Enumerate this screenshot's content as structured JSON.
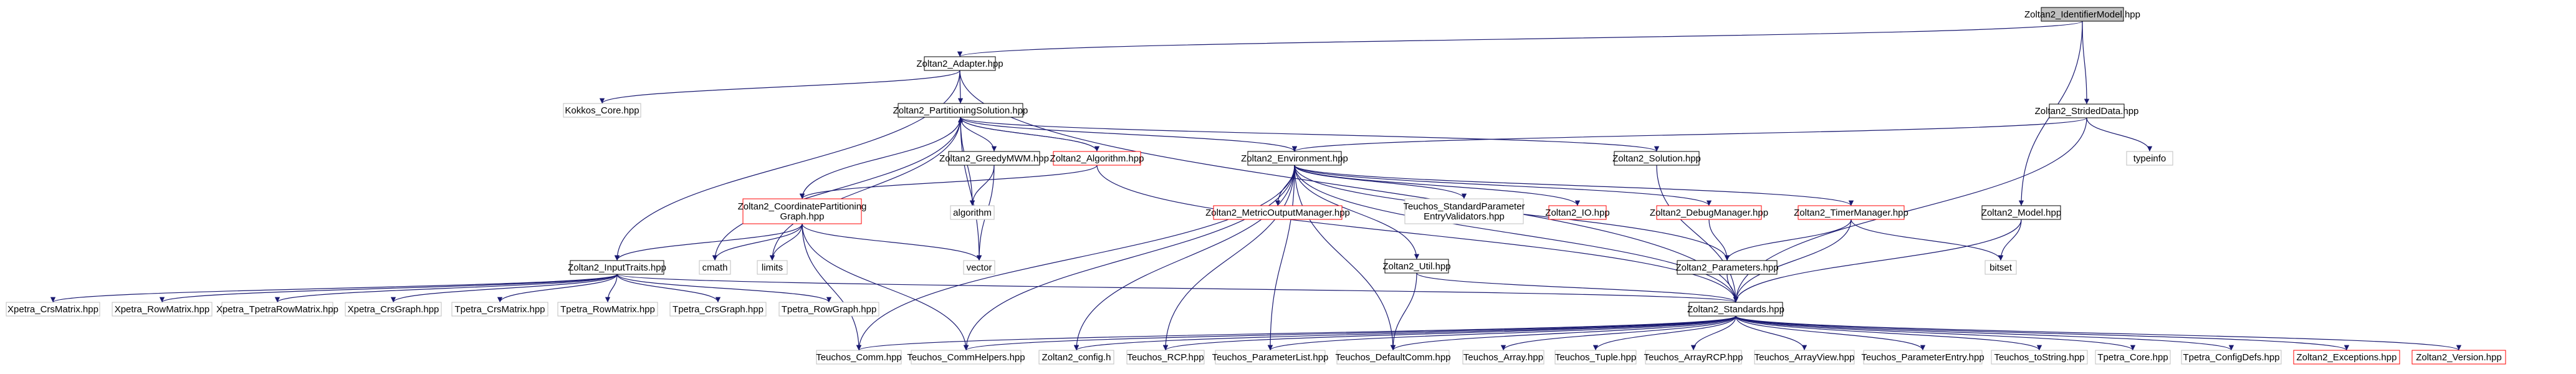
{
  "colors": {
    "edge": "#191970",
    "box_border_black": "#000000",
    "box_border_gray": "#bfbfbf",
    "box_border_red": "#ff0000",
    "highlight_fill": "#bfbfbf",
    "background": "#ffffff"
  },
  "nodes": [
    {
      "id": "identifier_model",
      "label": "Zoltan2_IdentifierModel.hpp",
      "style": "highlight"
    },
    {
      "id": "adapter",
      "label": "Zoltan2_Adapter.hpp",
      "style": "black"
    },
    {
      "id": "strided_data",
      "label": "Zoltan2_StridedData.hpp",
      "style": "black"
    },
    {
      "id": "kokkos_core",
      "label": "Kokkos_Core.hpp",
      "style": "gray"
    },
    {
      "id": "partitioning_solution",
      "label": "Zoltan2_PartitioningSolution.hpp",
      "style": "black"
    },
    {
      "id": "typeinfo",
      "label": "typeinfo",
      "style": "gray"
    },
    {
      "id": "greedy_mwm",
      "label": "Zoltan2_GreedyMWM.hpp",
      "style": "black"
    },
    {
      "id": "algorithm_hpp",
      "label": "Zoltan2_Algorithm.hpp",
      "style": "red"
    },
    {
      "id": "environment",
      "label": "Zoltan2_Environment.hpp",
      "style": "black"
    },
    {
      "id": "solution",
      "label": "Zoltan2_Solution.hpp",
      "style": "black"
    },
    {
      "id": "coord_part_graph",
      "label": "Zoltan2_CoordinatePartitioning\nGraph.hpp",
      "style": "red"
    },
    {
      "id": "algorithm",
      "label": "algorithm",
      "style": "gray"
    },
    {
      "id": "metric_output",
      "label": "Zoltan2_MetricOutputManager.hpp",
      "style": "red"
    },
    {
      "id": "std_param_validators",
      "label": "Teuchos_StandardParameter\nEntryValidators.hpp",
      "style": "gray"
    },
    {
      "id": "io",
      "label": "Zoltan2_IO.hpp",
      "style": "red"
    },
    {
      "id": "debug_manager",
      "label": "Zoltan2_DebugManager.hpp",
      "style": "red"
    },
    {
      "id": "timer_manager",
      "label": "Zoltan2_TimerManager.hpp",
      "style": "red"
    },
    {
      "id": "model",
      "label": "Zoltan2_Model.hpp",
      "style": "black"
    },
    {
      "id": "util",
      "label": "Zoltan2_Util.hpp",
      "style": "black"
    },
    {
      "id": "input_traits",
      "label": "Zoltan2_InputTraits.hpp",
      "style": "black"
    },
    {
      "id": "cmath",
      "label": "cmath",
      "style": "gray"
    },
    {
      "id": "limits",
      "label": "limits",
      "style": "gray"
    },
    {
      "id": "vector",
      "label": "vector",
      "style": "gray"
    },
    {
      "id": "parameters",
      "label": "Zoltan2_Parameters.hpp",
      "style": "black"
    },
    {
      "id": "bitset",
      "label": "bitset",
      "style": "gray"
    },
    {
      "id": "xpetra_crs_matrix",
      "label": "Xpetra_CrsMatrix.hpp",
      "style": "gray"
    },
    {
      "id": "xpetra_row_matrix",
      "label": "Xpetra_RowMatrix.hpp",
      "style": "gray"
    },
    {
      "id": "xpetra_tpetra_row_matrix",
      "label": "Xpetra_TpetraRowMatrix.hpp",
      "style": "gray"
    },
    {
      "id": "xpetra_crs_graph",
      "label": "Xpetra_CrsGraph.hpp",
      "style": "gray"
    },
    {
      "id": "tpetra_crs_matrix",
      "label": "Tpetra_CrsMatrix.hpp",
      "style": "gray"
    },
    {
      "id": "tpetra_row_matrix",
      "label": "Tpetra_RowMatrix.hpp",
      "style": "gray"
    },
    {
      "id": "tpetra_crs_graph",
      "label": "Tpetra_CrsGraph.hpp",
      "style": "gray"
    },
    {
      "id": "tpetra_row_graph",
      "label": "Tpetra_RowGraph.hpp",
      "style": "gray"
    },
    {
      "id": "standards",
      "label": "Zoltan2_Standards.hpp",
      "style": "black"
    },
    {
      "id": "teuchos_comm",
      "label": "Teuchos_Comm.hpp",
      "style": "gray"
    },
    {
      "id": "teuchos_comm_helpers",
      "label": "Teuchos_CommHelpers.hpp",
      "style": "gray"
    },
    {
      "id": "zoltan2_config",
      "label": "Zoltan2_config.h",
      "style": "gray"
    },
    {
      "id": "teuchos_rcp",
      "label": "Teuchos_RCP.hpp",
      "style": "gray"
    },
    {
      "id": "teuchos_param_list",
      "label": "Teuchos_ParameterList.hpp",
      "style": "gray"
    },
    {
      "id": "teuchos_default_comm",
      "label": "Teuchos_DefaultComm.hpp",
      "style": "gray"
    },
    {
      "id": "teuchos_array",
      "label": "Teuchos_Array.hpp",
      "style": "gray"
    },
    {
      "id": "teuchos_tuple",
      "label": "Teuchos_Tuple.hpp",
      "style": "gray"
    },
    {
      "id": "teuchos_array_rcp",
      "label": "Teuchos_ArrayRCP.hpp",
      "style": "gray"
    },
    {
      "id": "teuchos_array_view",
      "label": "Teuchos_ArrayView.hpp",
      "style": "gray"
    },
    {
      "id": "teuchos_param_entry",
      "label": "Teuchos_ParameterEntry.hpp",
      "style": "gray"
    },
    {
      "id": "teuchos_to_string",
      "label": "Teuchos_toString.hpp",
      "style": "gray"
    },
    {
      "id": "tpetra_core",
      "label": "Tpetra_Core.hpp",
      "style": "gray"
    },
    {
      "id": "tpetra_config_defs",
      "label": "Tpetra_ConfigDefs.hpp",
      "style": "gray"
    },
    {
      "id": "exceptions",
      "label": "Zoltan2_Exceptions.hpp",
      "style": "red"
    },
    {
      "id": "version",
      "label": "Zoltan2_Version.hpp",
      "style": "red"
    }
  ],
  "edges": [
    {
      "from": "identifier_model",
      "to": "adapter"
    },
    {
      "from": "identifier_model",
      "to": "strided_data"
    },
    {
      "from": "identifier_model",
      "to": "model"
    },
    {
      "from": "adapter",
      "to": "kokkos_core"
    },
    {
      "from": "adapter",
      "to": "partitioning_solution"
    },
    {
      "from": "adapter",
      "to": "input_traits"
    },
    {
      "from": "adapter",
      "to": "standards"
    },
    {
      "from": "strided_data",
      "to": "environment"
    },
    {
      "from": "strided_data",
      "to": "typeinfo"
    },
    {
      "from": "strided_data",
      "to": "standards"
    },
    {
      "from": "partitioning_solution",
      "to": "greedy_mwm"
    },
    {
      "from": "partitioning_solution",
      "to": "algorithm_hpp"
    },
    {
      "from": "partitioning_solution",
      "to": "environment"
    },
    {
      "from": "partitioning_solution",
      "to": "solution"
    },
    {
      "from": "partitioning_solution",
      "to": "coord_part_graph"
    },
    {
      "from": "partitioning_solution",
      "to": "algorithm"
    },
    {
      "from": "partitioning_solution",
      "to": "cmath"
    },
    {
      "from": "partitioning_solution",
      "to": "limits"
    },
    {
      "from": "partitioning_solution",
      "to": "vector"
    },
    {
      "from": "greedy_mwm",
      "to": "algorithm"
    },
    {
      "from": "greedy_mwm",
      "to": "vector"
    },
    {
      "from": "algorithm_hpp",
      "to": "partitioning_solution"
    },
    {
      "from": "algorithm_hpp",
      "to": "coord_part_graph"
    },
    {
      "from": "algorithm_hpp",
      "to": "standards"
    },
    {
      "from": "environment",
      "to": "metric_output"
    },
    {
      "from": "environment",
      "to": "std_param_validators"
    },
    {
      "from": "environment",
      "to": "io"
    },
    {
      "from": "environment",
      "to": "debug_manager"
    },
    {
      "from": "environment",
      "to": "timer_manager"
    },
    {
      "from": "environment",
      "to": "util"
    },
    {
      "from": "environment",
      "to": "parameters"
    },
    {
      "from": "environment",
      "to": "standards"
    },
    {
      "from": "environment",
      "to": "teuchos_comm"
    },
    {
      "from": "environment",
      "to": "teuchos_comm_helpers"
    },
    {
      "from": "environment",
      "to": "zoltan2_config"
    },
    {
      "from": "environment",
      "to": "teuchos_rcp"
    },
    {
      "from": "environment",
      "to": "teuchos_param_list"
    },
    {
      "from": "environment",
      "to": "teuchos_default_comm"
    },
    {
      "from": "solution",
      "to": "standards"
    },
    {
      "from": "coord_part_graph",
      "to": "input_traits"
    },
    {
      "from": "coord_part_graph",
      "to": "cmath"
    },
    {
      "from": "coord_part_graph",
      "to": "limits"
    },
    {
      "from": "coord_part_graph",
      "to": "vector"
    },
    {
      "from": "coord_part_graph",
      "to": "teuchos_comm"
    },
    {
      "from": "coord_part_graph",
      "to": "teuchos_comm_helpers"
    },
    {
      "from": "debug_manager",
      "to": "parameters"
    },
    {
      "from": "timer_manager",
      "to": "parameters"
    },
    {
      "from": "timer_manager",
      "to": "standards"
    },
    {
      "from": "timer_manager",
      "to": "bitset"
    },
    {
      "from": "model",
      "to": "bitset"
    },
    {
      "from": "model",
      "to": "standards"
    },
    {
      "from": "util",
      "to": "standards"
    },
    {
      "from": "util",
      "to": "teuchos_default_comm"
    },
    {
      "from": "input_traits",
      "to": "xpetra_crs_matrix"
    },
    {
      "from": "input_traits",
      "to": "xpetra_row_matrix"
    },
    {
      "from": "input_traits",
      "to": "xpetra_tpetra_row_matrix"
    },
    {
      "from": "input_traits",
      "to": "xpetra_crs_graph"
    },
    {
      "from": "input_traits",
      "to": "tpetra_crs_matrix"
    },
    {
      "from": "input_traits",
      "to": "tpetra_row_matrix"
    },
    {
      "from": "input_traits",
      "to": "tpetra_crs_graph"
    },
    {
      "from": "input_traits",
      "to": "tpetra_row_graph"
    },
    {
      "from": "input_traits",
      "to": "standards"
    },
    {
      "from": "parameters",
      "to": "standards"
    },
    {
      "from": "standards",
      "to": "teuchos_comm"
    },
    {
      "from": "standards",
      "to": "teuchos_comm_helpers"
    },
    {
      "from": "standards",
      "to": "zoltan2_config"
    },
    {
      "from": "standards",
      "to": "teuchos_rcp"
    },
    {
      "from": "standards",
      "to": "teuchos_param_list"
    },
    {
      "from": "standards",
      "to": "teuchos_default_comm"
    },
    {
      "from": "standards",
      "to": "teuchos_array"
    },
    {
      "from": "standards",
      "to": "teuchos_tuple"
    },
    {
      "from": "standards",
      "to": "teuchos_array_rcp"
    },
    {
      "from": "standards",
      "to": "teuchos_array_view"
    },
    {
      "from": "standards",
      "to": "teuchos_param_entry"
    },
    {
      "from": "standards",
      "to": "teuchos_to_string"
    },
    {
      "from": "standards",
      "to": "tpetra_core"
    },
    {
      "from": "standards",
      "to": "tpetra_config_defs"
    },
    {
      "from": "standards",
      "to": "exceptions"
    },
    {
      "from": "standards",
      "to": "version"
    }
  ]
}
